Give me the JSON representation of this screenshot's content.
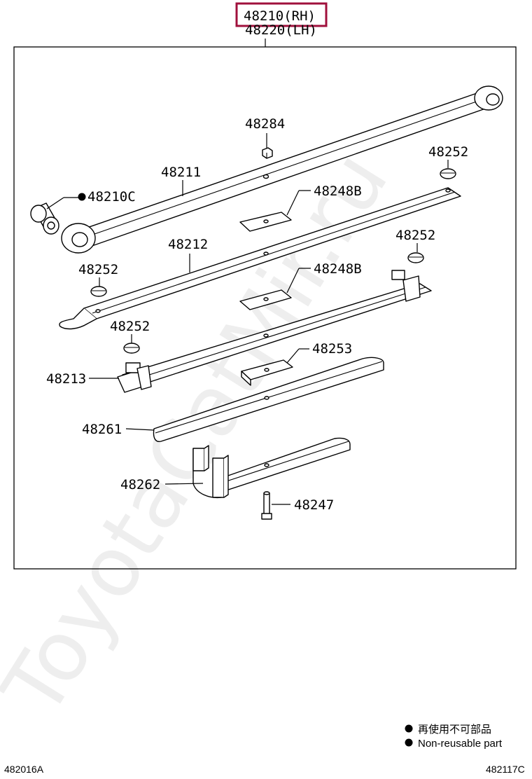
{
  "header": {
    "part_number_rh": "48210(RH)",
    "part_number_lh": "48220(LH)",
    "highlight_color": "#a0103c"
  },
  "watermark": "ToyotaCatMir.ru",
  "callouts": {
    "nut_center_bolt": "48284",
    "main_leaf": "48211",
    "bushing": "48210C",
    "clip_top": "48252",
    "spacer_upper": "48248B",
    "second_leaf": "48212",
    "clip_mid_right": "48252",
    "clip_left": "48252",
    "spacer_middle": "48248B",
    "clip_lower_left": "48252",
    "spacer_lower": "48253",
    "third_leaf": "48213",
    "fourth_leaf": "48261",
    "fifth_leaf": "48262",
    "center_bolt": "48247"
  },
  "legend": {
    "japanese": "再使用不可部品",
    "english": "Non-reusable part"
  },
  "footer": {
    "left_code": "482016A",
    "right_code": "482117C"
  }
}
